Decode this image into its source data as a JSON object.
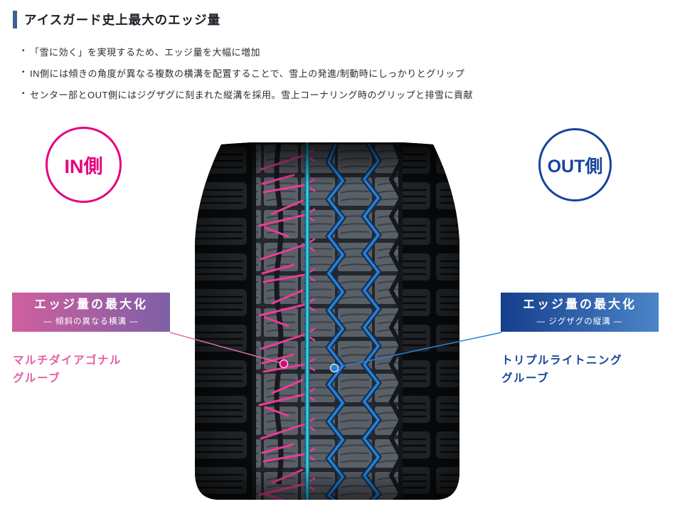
{
  "header": {
    "title": "アイスガード史上最大のエッジ量"
  },
  "bullets": [
    "「雪に効く」を実現するため、エッジ量を大幅に増加",
    "IN側には傾きの角度が異なる複数の横溝を配置することで、雪上の発進/制動時にしっかりとグリップ",
    "センター部とOUT側にはジグザグに刻まれた縦溝を採用。雪上コーナリング時のグリップと排雪に貢献"
  ],
  "badges": {
    "in_label": "IN側",
    "out_label": "OUT側"
  },
  "features": {
    "left": {
      "box_title": "エッジ量の最大化",
      "box_subtitle": "― 傾斜の異なる横溝 ―",
      "caption_line1": "マルチダイアゴナル",
      "caption_line2": "グルーブ"
    },
    "right": {
      "box_title": "エッジ量の最大化",
      "box_subtitle": "― ジグザグの縦溝 ―",
      "caption_line1": "トリプルライトニング",
      "caption_line2": "グルーブ"
    }
  },
  "colors": {
    "pink": "#e5007f",
    "blue": "#16449c",
    "groove_pink": "#ea3d96",
    "groove_blue": "#2e7fd0",
    "center_line": "#43cdea",
    "header_bar": "#41608f"
  }
}
